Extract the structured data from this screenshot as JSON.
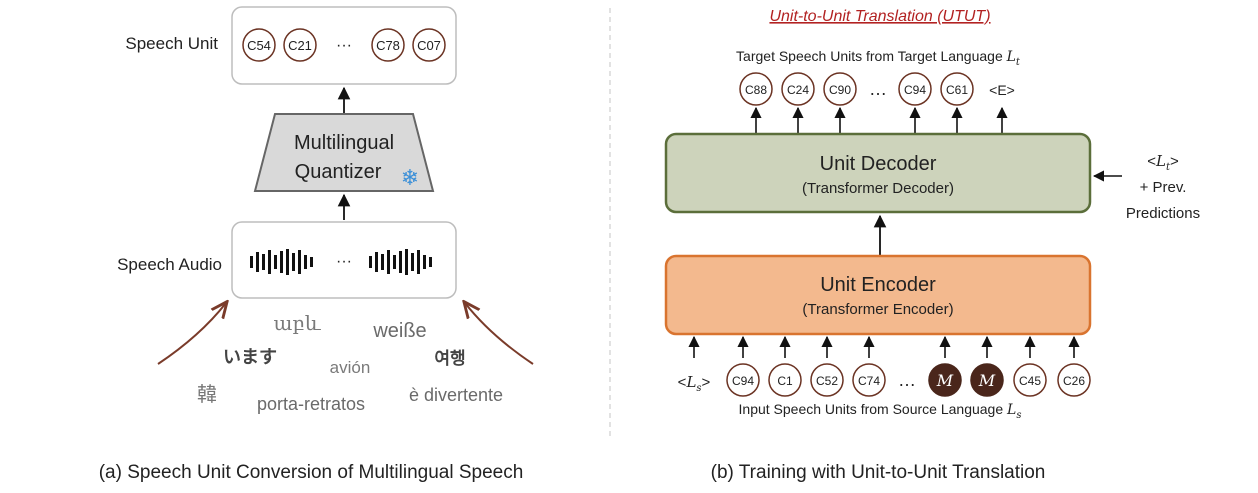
{
  "left": {
    "speech_unit_label": "Speech Unit",
    "speech_units_top": [
      "C54",
      "C21",
      "C78",
      "C07"
    ],
    "ellipsis": "···",
    "quantizer_line1": "Multilingual",
    "quantizer_line2": "Quantizer",
    "snowflake_icon": "❄",
    "speech_audio_label": "Speech Audio",
    "words": {
      "w1": "աբև",
      "w2": "weiße",
      "w3": "います",
      "w4": "avión",
      "w5": "여행",
      "w6": "韓",
      "w7": "porta-retratos",
      "w8": "è divertente"
    },
    "caption": "(a) Speech Unit Conversion of Multilingual Speech"
  },
  "right": {
    "title": "Unit-to-Unit Translation (UTUT)",
    "target_label": "Target Speech Units from Target Language",
    "target_label_sym": "L",
    "target_label_sub": "t",
    "target_units": [
      "C88",
      "C24",
      "C90",
      "C94",
      "C61"
    ],
    "end_token": "<E>",
    "ellipsis": "…",
    "decoder_title": "Unit Decoder",
    "decoder_sub": "(Transformer Decoder)",
    "side_lt_open": "<",
    "side_lt_sym": "L",
    "side_lt_sub": "t",
    "side_lt_close": ">",
    "side_prev": "+ Prev.",
    "side_pred": "Predictions",
    "encoder_title": "Unit Encoder",
    "encoder_sub": "(Transformer Encoder)",
    "src_lang_open": "<",
    "src_lang_sym": "L",
    "src_lang_sub": "s",
    "src_lang_close": ">",
    "input_units": [
      "C94",
      "C1",
      "C52",
      "C74",
      "M",
      "M",
      "C45",
      "C26"
    ],
    "input_label": "Input Speech Units from Source Language",
    "input_label_sym": "L",
    "input_label_sub": "s",
    "caption": "(b) Training with Unit-to-Unit Translation"
  },
  "colors": {
    "unit_border": "#6b3323",
    "mask_fill": "#4a261b",
    "decoder_fill": "#cdd3bb",
    "decoder_border": "#5b6e3a",
    "encoder_fill": "#f3b98e",
    "encoder_border": "#d9742f",
    "quantizer_fill": "#d9d9d9",
    "curve_arrow": "#7a3b2a",
    "title_red": "#b22222",
    "snowflake": "#3a8fd8"
  }
}
